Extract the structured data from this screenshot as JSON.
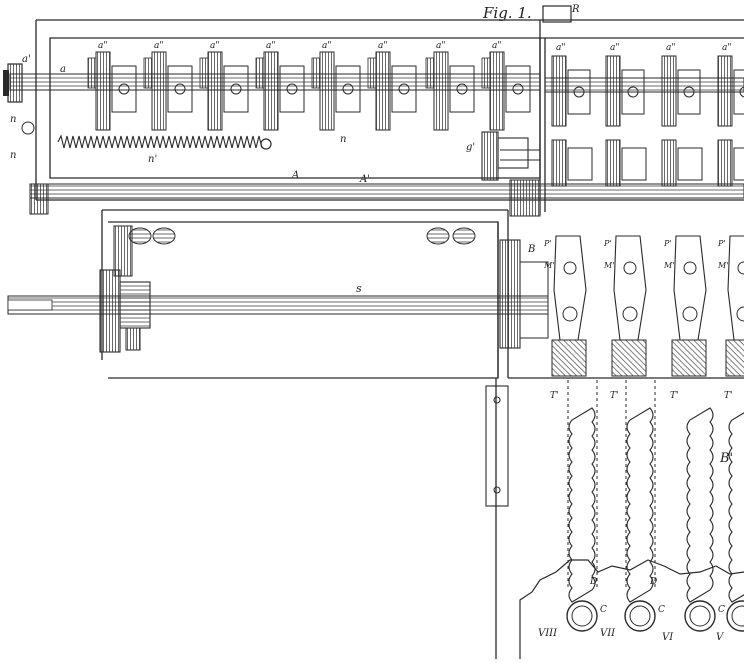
{
  "figure": {
    "title": "Fig. 1.",
    "ink": "#2a2a2a",
    "paper": "#ffffff"
  },
  "labels": {
    "R": "R",
    "a_prime": "a'",
    "a": "a",
    "n": "n",
    "n_prime": "n'",
    "n_small": "n",
    "A": "A",
    "A_prime": "A'",
    "s": "s",
    "B": "B",
    "B_prime": "B'",
    "g_prime": "g'",
    "D": "D",
    "C": "C",
    "VIII": "VIII",
    "VII": "VII",
    "VI": "VI",
    "V": "V"
  },
  "gear_labels": [
    "a\"",
    "a\"",
    "a\"",
    "a\"",
    "a\"",
    "a\"",
    "a\"",
    "a\"",
    "a\"",
    "a\"",
    "a\"",
    "a\""
  ],
  "key_labels": [
    "T'",
    "T'",
    "T'",
    "T'"
  ],
  "lever_labels": [
    "P'",
    "M'",
    "P'",
    "M'",
    "P'",
    "M'",
    "P'",
    "M'"
  ]
}
